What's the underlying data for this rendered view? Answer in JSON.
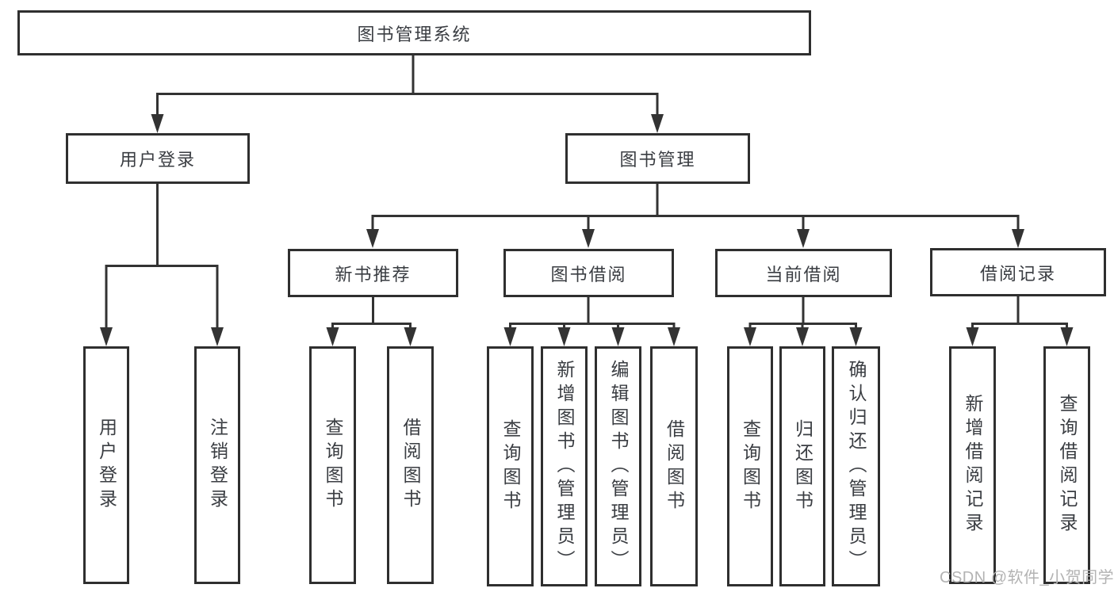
{
  "diagram": {
    "type": "hierarchy-tree",
    "tree": {
      "root": {
        "label": "图书管理系统"
      },
      "level2": [
        {
          "label": "用户登录",
          "parent": "图书管理系统"
        },
        {
          "label": "图书管理",
          "parent": "图书管理系统"
        }
      ],
      "level3": [
        {
          "label": "新书推荐",
          "parent": "图书管理"
        },
        {
          "label": "图书借阅",
          "parent": "图书管理"
        },
        {
          "label": "当前借阅",
          "parent": "图书管理"
        },
        {
          "label": "借阅记录",
          "parent": "图书管理"
        }
      ],
      "leaves": [
        {
          "label": "用户登录",
          "parent": "用户登录"
        },
        {
          "label": "注销登录",
          "parent": "用户登录"
        },
        {
          "label": "查询图书",
          "parent": "新书推荐"
        },
        {
          "label": "借阅图书",
          "parent": "新书推荐"
        },
        {
          "label": "查询图书",
          "parent": "图书借阅"
        },
        {
          "label": "新增图书（管理员）",
          "parent": "图书借阅"
        },
        {
          "label": "编辑图书（管理员）",
          "parent": "图书借阅"
        },
        {
          "label": "借阅图书",
          "parent": "图书借阅"
        },
        {
          "label": "查询图书",
          "parent": "当前借阅"
        },
        {
          "label": "归还图书",
          "parent": "当前借阅"
        },
        {
          "label": "确认归还（管理员）",
          "parent": "当前借阅"
        },
        {
          "label": "新增借阅记录",
          "parent": "借阅记录"
        },
        {
          "label": "查询借阅记录",
          "parent": "借阅记录"
        }
      ]
    },
    "watermark": {
      "text": "CSDN @软件_小贺同学"
    },
    "colors": {
      "line": "#333333",
      "box_border": "#2f2f2f",
      "text": "#3a3d42",
      "background": "#ffffff",
      "watermark": "#b3b3b3"
    }
  }
}
